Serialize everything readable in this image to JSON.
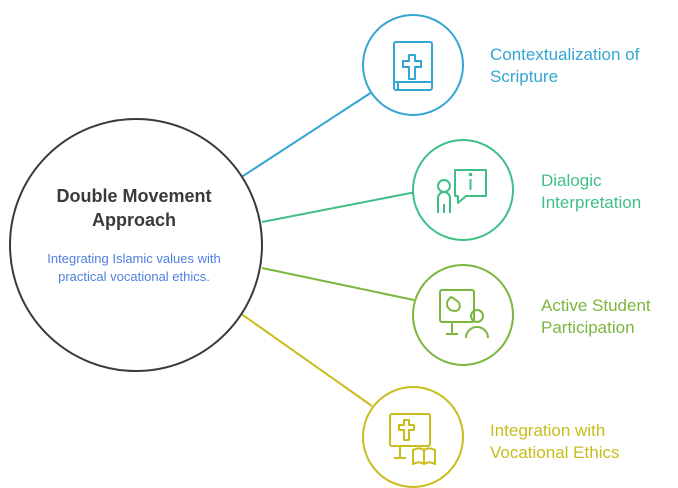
{
  "center": {
    "title": "Double Movement Approach",
    "description": "Integrating Islamic values with practical vocational ethics."
  },
  "items": [
    {
      "label": "Contextualization of Scripture",
      "icon": "bible-cross-icon",
      "color": "#34a6d2"
    },
    {
      "label": "Dialogic Interpretation",
      "icon": "person-info-bubble-icon",
      "color": "#3fbf86"
    },
    {
      "label": "Active Student Participation",
      "icon": "student-presentation-icon",
      "color": "#7cb63e"
    },
    {
      "label": "Integration with Vocational Ethics",
      "icon": "monitor-cross-book-icon",
      "color": "#c7bd1c"
    }
  ]
}
